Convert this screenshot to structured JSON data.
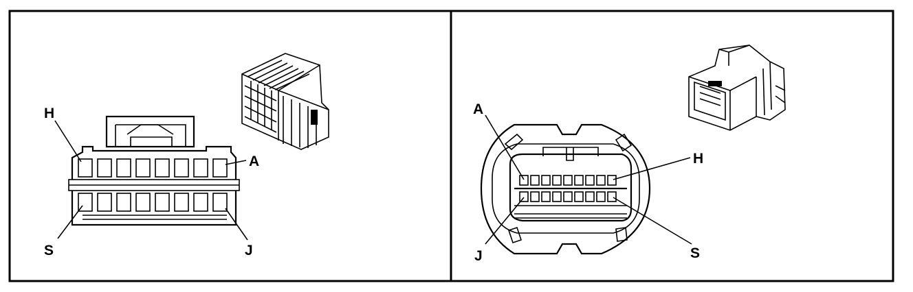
{
  "colors": {
    "ink": "#000000",
    "background": "#ffffff"
  },
  "left_panel": {
    "pin_labels": {
      "h": "H",
      "a": "A",
      "s": "S",
      "j": "J"
    }
  },
  "right_panel": {
    "pin_labels": {
      "a": "A",
      "h": "H",
      "j": "J",
      "s": "S"
    }
  }
}
